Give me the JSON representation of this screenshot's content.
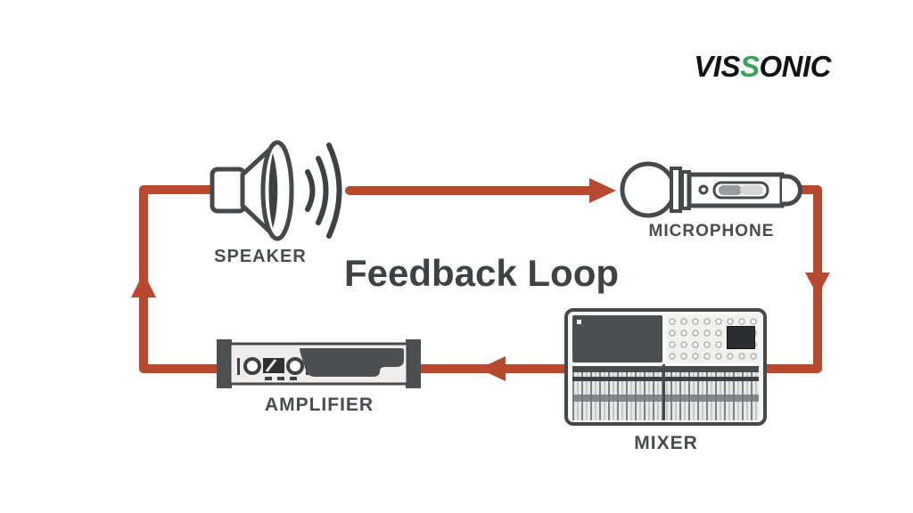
{
  "logo": {
    "part1": "VIS",
    "part2": "S",
    "part3": "ONIC",
    "green": "#36a257",
    "black": "#121212"
  },
  "title": "Feedback Loop",
  "nodes": {
    "speaker": {
      "label": "SPEAKER"
    },
    "microphone": {
      "label": "MICROPHONE"
    },
    "mixer": {
      "label": "MIXER"
    },
    "amplifier": {
      "label": "AMPLIFIER"
    }
  },
  "connections": [
    {
      "from": "SPEAKER",
      "to": "MICROPHONE",
      "direction": "right"
    },
    {
      "from": "MICROPHONE",
      "to": "MIXER",
      "direction": "down"
    },
    {
      "from": "MIXER",
      "to": "AMPLIFIER",
      "direction": "left"
    },
    {
      "from": "AMPLIFIER",
      "to": "SPEAKER",
      "direction": "up"
    }
  ],
  "colors": {
    "arrow": "#b8492c",
    "outline": "#47484a",
    "label_text": "#4a4b4d",
    "title_text": "#3f4243",
    "device_dark": "#4e4f51",
    "background": "#ffffff"
  }
}
